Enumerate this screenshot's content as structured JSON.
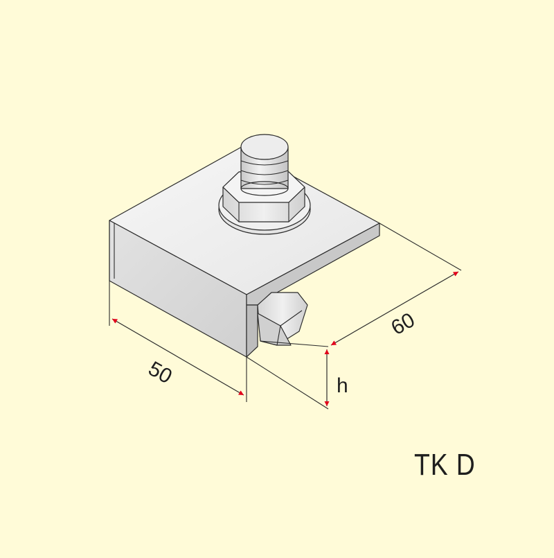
{
  "dimensions": {
    "width_label": "50",
    "depth_label": "60",
    "height_label": "h"
  },
  "model": {
    "code": "TK D"
  },
  "colors": {
    "background": "#FFFBD8",
    "part_light": "#F0F0F0",
    "part_mid": "#DCDCDC",
    "part_dark": "#BEBEBE",
    "arrow": "#E1001A",
    "line": "#2B2B2B"
  },
  "icons": {
    "arrowhead": "red-arrowhead"
  }
}
